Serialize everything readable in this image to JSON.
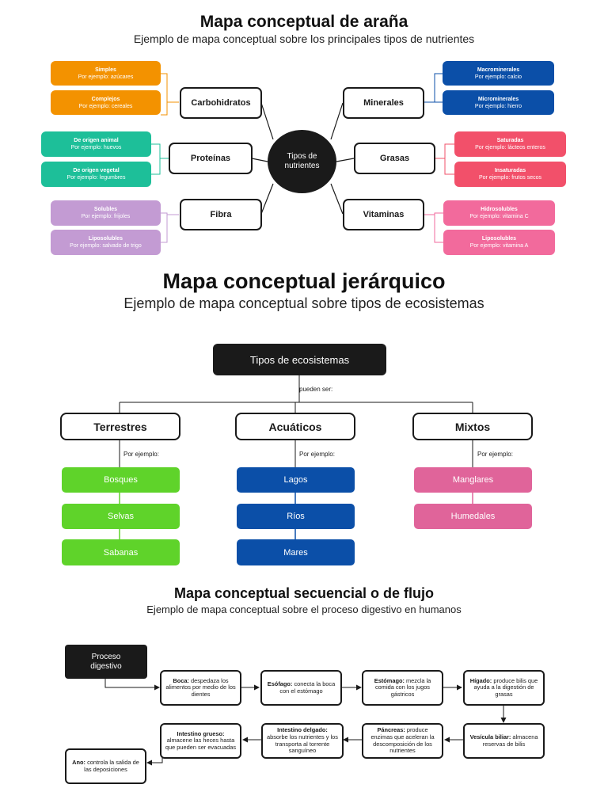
{
  "spider": {
    "title": "Mapa conceptual de araña",
    "subtitle": "Ejemplo de mapa conceptual sobre los principales tipos de nutrientes",
    "center": "Tipos de nutrientes",
    "categories": [
      {
        "label": "Carbohidratos",
        "color": "#f39200",
        "leaves": [
          {
            "title": "Simples",
            "example": "Por ejemplo: azúcares"
          },
          {
            "title": "Complejos",
            "example": "Por ejemplo: cereales"
          }
        ]
      },
      {
        "label": "Proteínas",
        "color": "#1dbf99",
        "leaves": [
          {
            "title": "De origen animal",
            "example": "Por ejemplo: huevos"
          },
          {
            "title": "De origen vegetal",
            "example": "Por ejemplo: legumbres"
          }
        ]
      },
      {
        "label": "Fibra",
        "color": "#c39bd3",
        "leaves": [
          {
            "title": "Solubles",
            "example": "Por ejemplo: frijoles"
          },
          {
            "title": "Liposolubles",
            "example": "Por ejemplo: salvado de trigo"
          }
        ]
      },
      {
        "label": "Minerales",
        "color": "#0b4fa8",
        "leaves": [
          {
            "title": "Macrominerales",
            "example": "Por ejemplo: calcio"
          },
          {
            "title": "Microminerales",
            "example": "Por ejemplo: hierro"
          }
        ]
      },
      {
        "label": "Grasas",
        "color": "#f2506a",
        "leaves": [
          {
            "title": "Saturadas",
            "example": "Por ejemplo: lácteos enteros"
          },
          {
            "title": "Insaturadas",
            "example": "Por ejemplo: frutos secos"
          }
        ]
      },
      {
        "label": "Vitaminas",
        "color": "#f26a9c",
        "leaves": [
          {
            "title": "Hidrosolubles",
            "example": "Por ejemplo: vitamina C"
          },
          {
            "title": "Liposolubles",
            "example": "Por ejemplo: vitamina A"
          }
        ]
      }
    ]
  },
  "hierarchy": {
    "title": "Mapa conceptual jerárquico",
    "subtitle": "Ejemplo de mapa conceptual sobre tipos de ecosistemas",
    "root": "Tipos de ecosistemas",
    "root_connector": "pueden ser:",
    "example_label": "Por ejemplo:",
    "groups": [
      {
        "label": "Terrestres",
        "color": "#5fd32a",
        "items": [
          "Bosques",
          "Selvas",
          "Sabanas"
        ]
      },
      {
        "label": "Acuáticos",
        "color": "#0b4fa8",
        "items": [
          "Lagos",
          "Ríos",
          "Mares"
        ]
      },
      {
        "label": "Mixtos",
        "color": "#e0649a",
        "items": [
          "Manglares",
          "Humedales"
        ]
      }
    ]
  },
  "flow": {
    "title": "Mapa conceptual secuencial o de flujo",
    "subtitle": "Ejemplo de mapa conceptual sobre el proceso digestivo en humanos",
    "start": "Proceso digestivo",
    "steps": [
      {
        "name": "Boca:",
        "text": "despedaza los alimentos por medio de los dientes"
      },
      {
        "name": "Esófago:",
        "text": "conecta la boca con el estómago"
      },
      {
        "name": "Estómago:",
        "text": "mezcla la comida con los jugos gástricos"
      },
      {
        "name": "Hígado:",
        "text": "produce bilis que ayuda a la digestión de grasas"
      },
      {
        "name": "Vesícula biliar:",
        "text": "almacena reservas de bilis"
      },
      {
        "name": "Páncreas:",
        "text": "produce enzimas que aceleran la descomposición de los nutrientes"
      },
      {
        "name": "Intestino delgado:",
        "text": "absorbe los nutrientes y los transporta al torrente sanguíneo"
      },
      {
        "name": "Intestino grueso:",
        "text": "almacene las heces hasta que pueden ser evacuadas"
      },
      {
        "name": "Ano:",
        "text": "controla la salida de las deposiciones"
      }
    ]
  }
}
